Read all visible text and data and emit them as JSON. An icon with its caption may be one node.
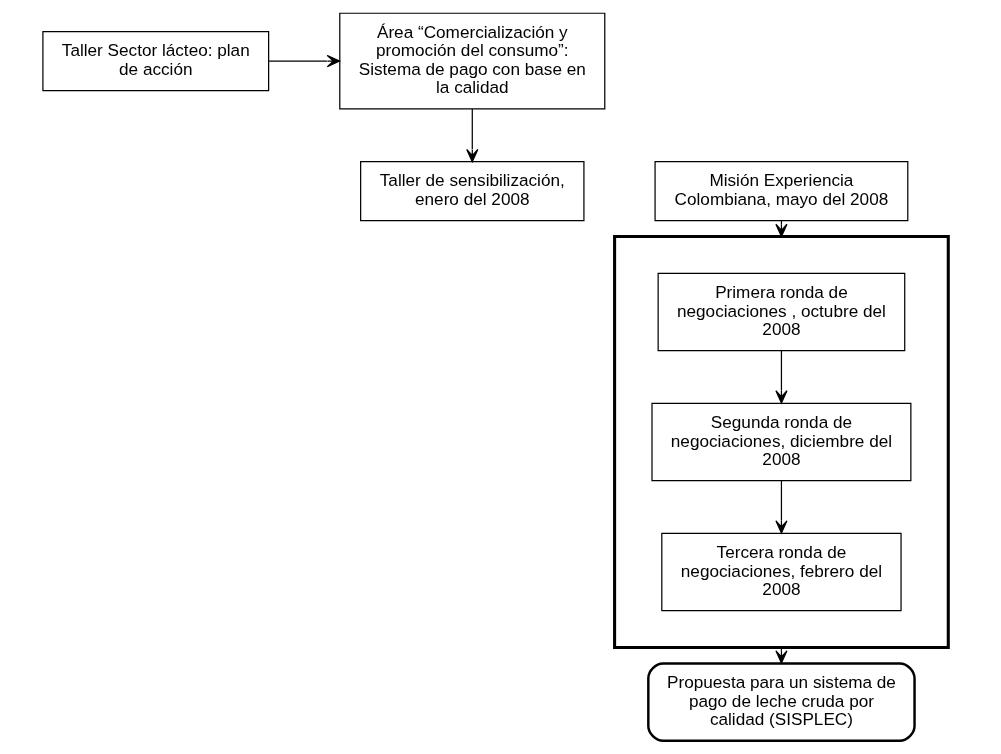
{
  "diagram": {
    "nodes": [
      {
        "text": [
          "Taller Sector lácteo: plan de acción"
        ]
      },
      {
        "text": [
          "Área “Comercialización y promoción del consumo”: Sistema de pago con base en la calidad"
        ]
      },
      {
        "text": [
          "Taller de sensibilización, enero del 2008"
        ]
      },
      {
        "text": [
          "Misión Experiencia Colombiana, mayo del 2008"
        ]
      },
      {
        "text": [],
        "shape": "box"
      },
      {
        "text": [
          "Primera ronda de negociaciones , octubre del 2008"
        ],
        "in": 4
      },
      {
        "text": [
          "Segunda ronda de negociaciones, diciembre del 2008"
        ],
        "in": 4
      },
      {
        "text": [
          "Tercera ronda de negociaciones, febrero del 2008"
        ],
        "in": 4
      },
      {
        "text": [
          "Propuesta para un sistema de pago de leche cruda por calidad (SISPLEC)"
        ]
      }
    ],
    "edges": [
      {
        "from": 0,
        "to": 1,
        "arrow": "to"
      },
      {
        "from": 1,
        "to": 2,
        "arrow": "to"
      },
      {
        "from": 3,
        "to": 4,
        "arrow": "to"
      },
      {
        "from": 5,
        "to": 6,
        "arrow": "to"
      },
      {
        "from": 6,
        "to": 7,
        "arrow": "to"
      },
      {
        "from": 4,
        "to": 8,
        "arrow": "to"
      }
    ]
  }
}
